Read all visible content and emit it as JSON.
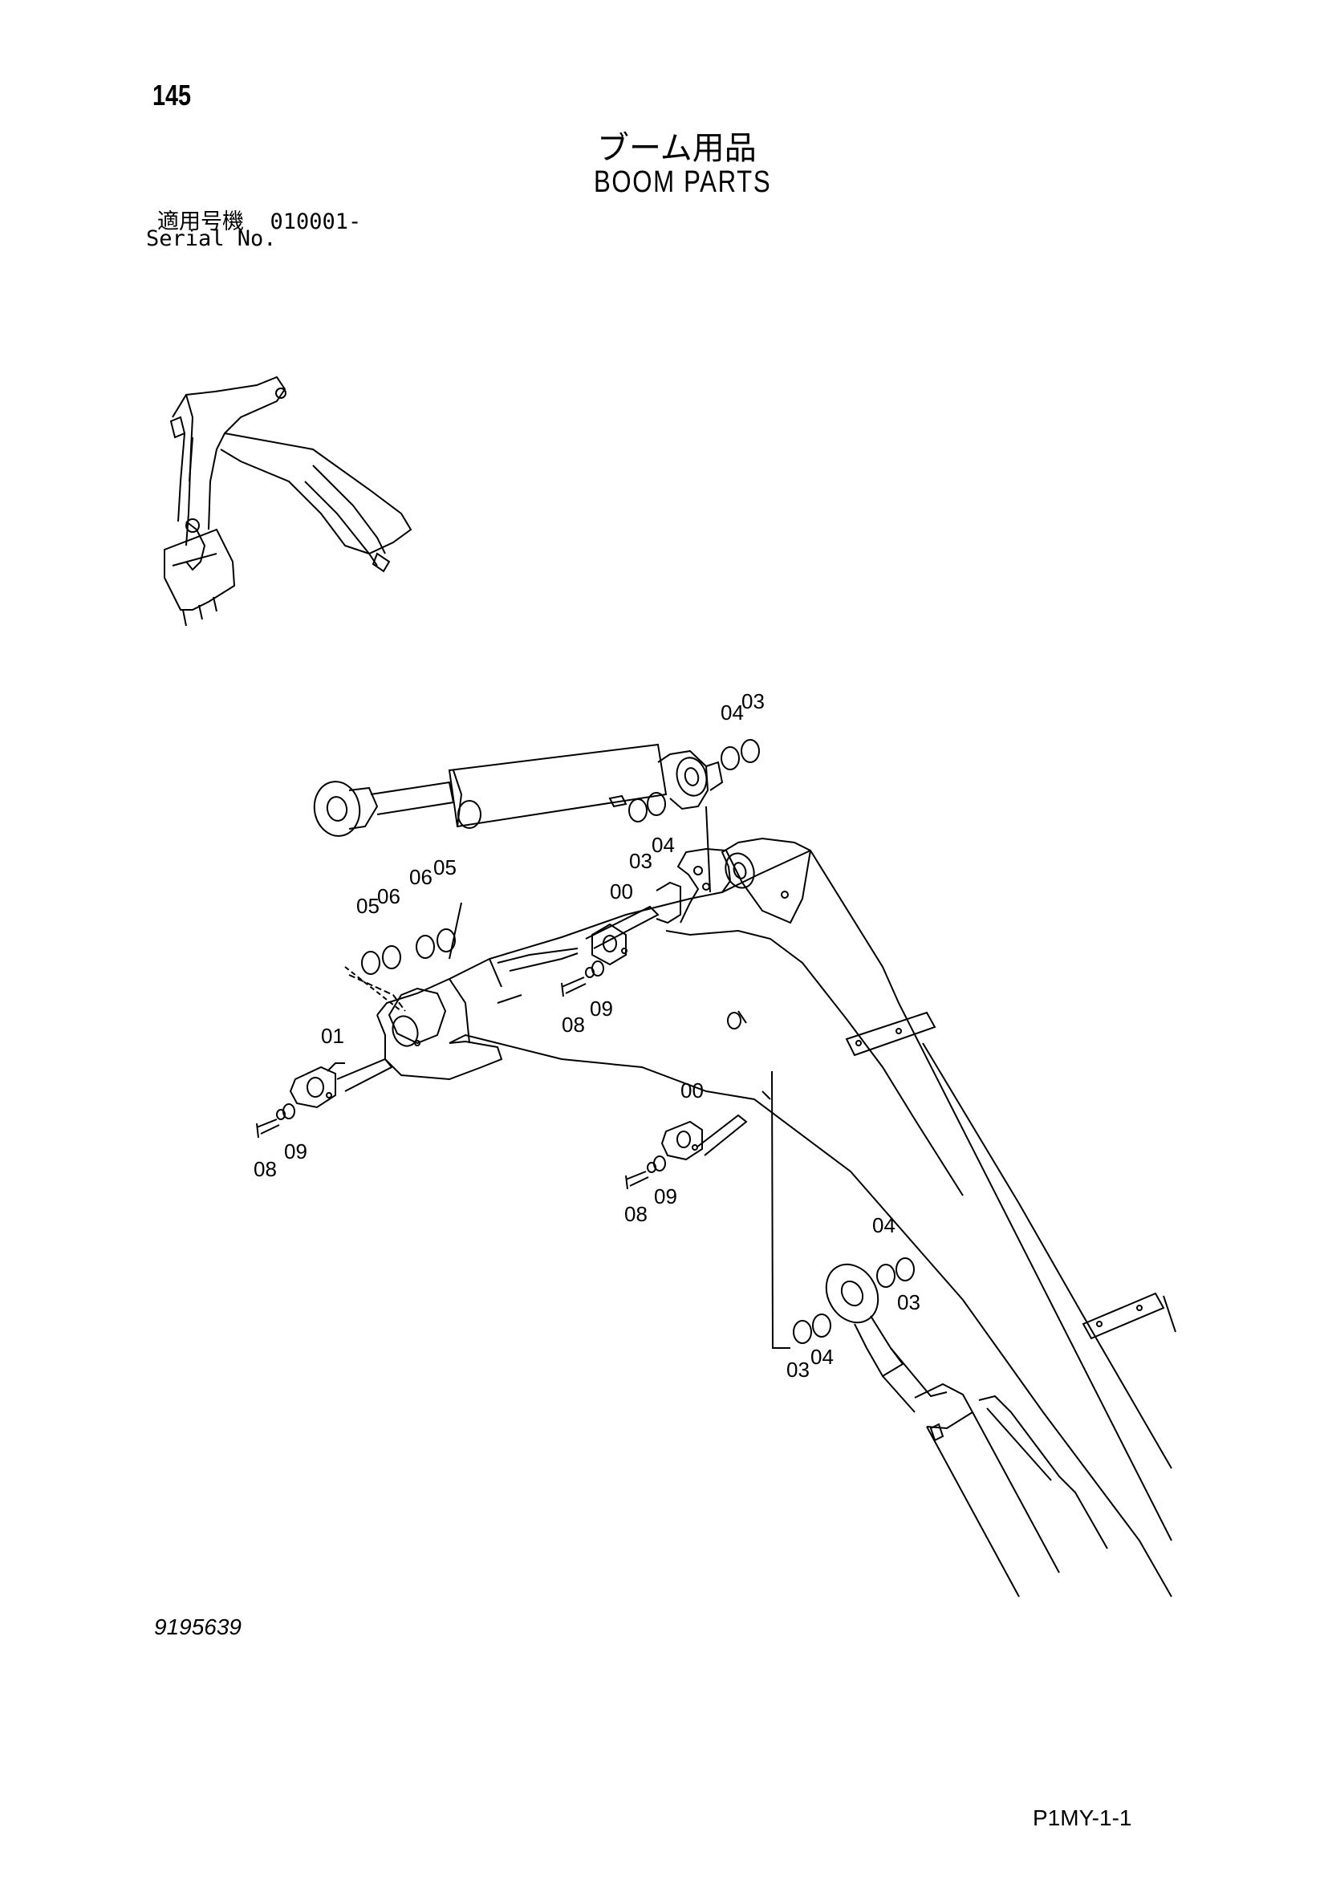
{
  "page": {
    "number": "145",
    "title_jp": "ブーム用品",
    "title_en": "BOOM PARTS",
    "serial_label_jp": "適用号機",
    "serial_value": "010001-",
    "serial_label_en": "Serial No.",
    "doc_number": "9195639",
    "page_code": "P1MY-1-1"
  },
  "callouts": {
    "top_04": "04",
    "top_03": "03",
    "mid_03": "03",
    "mid_04": "04",
    "left_05": "05",
    "left_06": "06",
    "left_06b": "06",
    "left_05b": "05",
    "pin_00a": "00",
    "bolt_08a": "08",
    "washer_09a": "09",
    "pin_01": "01",
    "bolt_08b": "08",
    "washer_09b": "09",
    "pin_00b": "00",
    "bolt_08c": "08",
    "washer_09c": "09",
    "low_04": "04",
    "low_03": "03",
    "bot_03": "03",
    "bot_04": "04"
  }
}
